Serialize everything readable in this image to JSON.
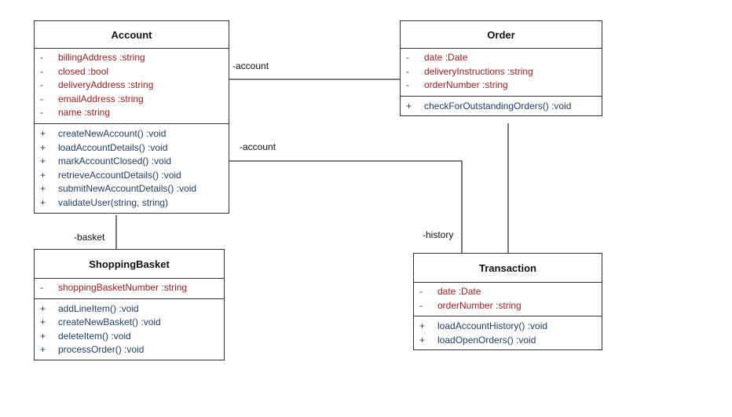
{
  "classes": {
    "account": {
      "name": "Account",
      "attributes": [
        {
          "vis": "-",
          "text": "billingAddress  :string"
        },
        {
          "vis": "-",
          "text": "closed  :bool"
        },
        {
          "vis": "-",
          "text": "deliveryAddress  :string"
        },
        {
          "vis": "-",
          "text": "emailAddress  :string"
        },
        {
          "vis": "-",
          "text": "name  :string"
        }
      ],
      "operations": [
        {
          "vis": "+",
          "text": "createNewAccount()  :void"
        },
        {
          "vis": "+",
          "text": "loadAccountDetails()  :void"
        },
        {
          "vis": "+",
          "text": "markAccountClosed()  :void"
        },
        {
          "vis": "+",
          "text": "retrieveAccountDetails()  :void"
        },
        {
          "vis": "+",
          "text": "submitNewAccountDetails()  :void"
        },
        {
          "vis": "+",
          "text": "validateUser(string, string)"
        }
      ]
    },
    "order": {
      "name": "Order",
      "attributes": [
        {
          "vis": "-",
          "text": "date  :Date"
        },
        {
          "vis": "-",
          "text": "deliveryInstructions  :string"
        },
        {
          "vis": "-",
          "text": "orderNumber  :string"
        }
      ],
      "operations": [
        {
          "vis": "+",
          "text": "checkForOutstandingOrders()  :void"
        }
      ]
    },
    "shoppingbasket": {
      "name": "ShoppingBasket",
      "attributes": [
        {
          "vis": "-",
          "text": "shoppingBasketNumber  :string"
        }
      ],
      "operations": [
        {
          "vis": "+",
          "text": "addLineItem()  :void"
        },
        {
          "vis": "+",
          "text": "createNewBasket()  :void"
        },
        {
          "vis": "+",
          "text": "deleteItem()  :void"
        },
        {
          "vis": "+",
          "text": "processOrder()  :void"
        }
      ]
    },
    "transaction": {
      "name": "Transaction",
      "attributes": [
        {
          "vis": "-",
          "text": "date  :Date"
        },
        {
          "vis": "-",
          "text": "orderNumber  :string"
        }
      ],
      "operations": [
        {
          "vis": "+",
          "text": "loadAccountHistory()  :void"
        },
        {
          "vis": "+",
          "text": "loadOpenOrders()  :void"
        }
      ]
    }
  },
  "labels": {
    "account_order": "-account",
    "account_transaction": "-account",
    "basket": "-basket",
    "history": "-history"
  },
  "colors": {
    "attribute": "#a31f1f",
    "operation": "#1f3f6a",
    "line": "#333333"
  }
}
